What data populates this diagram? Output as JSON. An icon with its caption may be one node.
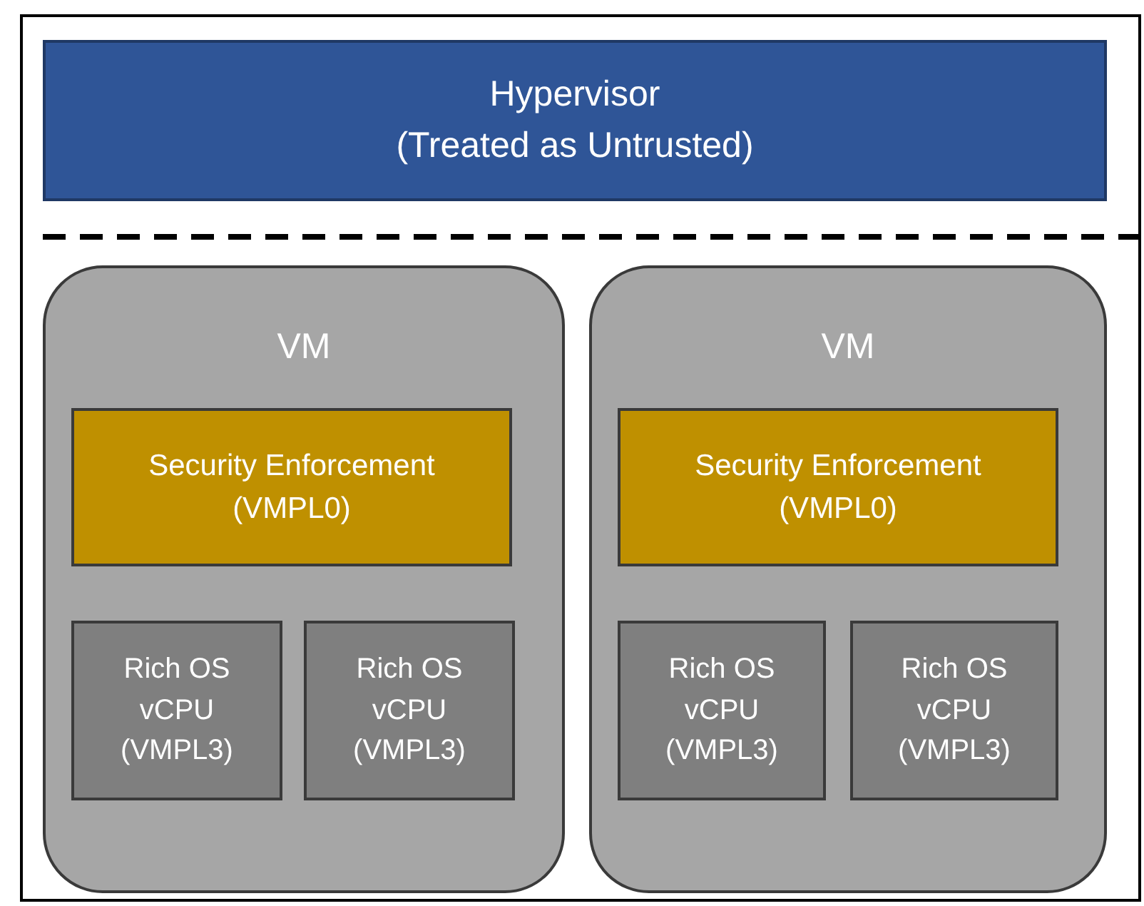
{
  "diagram": {
    "nodes": [
      {
        "text": [],
        "shape": "box"
      },
      {
        "text": [
          "Hypervisor",
          "(Treated as Untrusted)"
        ],
        "in": 0
      },
      {
        "text": [
          "VM"
        ],
        "in": 0
      },
      {
        "text": [
          "Security Enforcement",
          "(VMPL0)"
        ],
        "in": 2
      },
      {
        "text": [
          "Rich OS",
          "vCPU",
          "(VMPL3)"
        ],
        "in": 2
      },
      {
        "text": [
          "Rich OS",
          "vCPU",
          "(VMPL3)"
        ],
        "in": 2
      },
      {
        "text": [
          "VM"
        ],
        "in": 0
      },
      {
        "text": [
          "Security Enforcement",
          "(VMPL0)"
        ],
        "in": 6
      },
      {
        "text": [
          "Rich OS",
          "vCPU",
          "(VMPL3)"
        ],
        "in": 6
      },
      {
        "text": [
          "Rich OS",
          "vCPU",
          "(VMPL3)"
        ],
        "in": 6
      }
    ]
  }
}
